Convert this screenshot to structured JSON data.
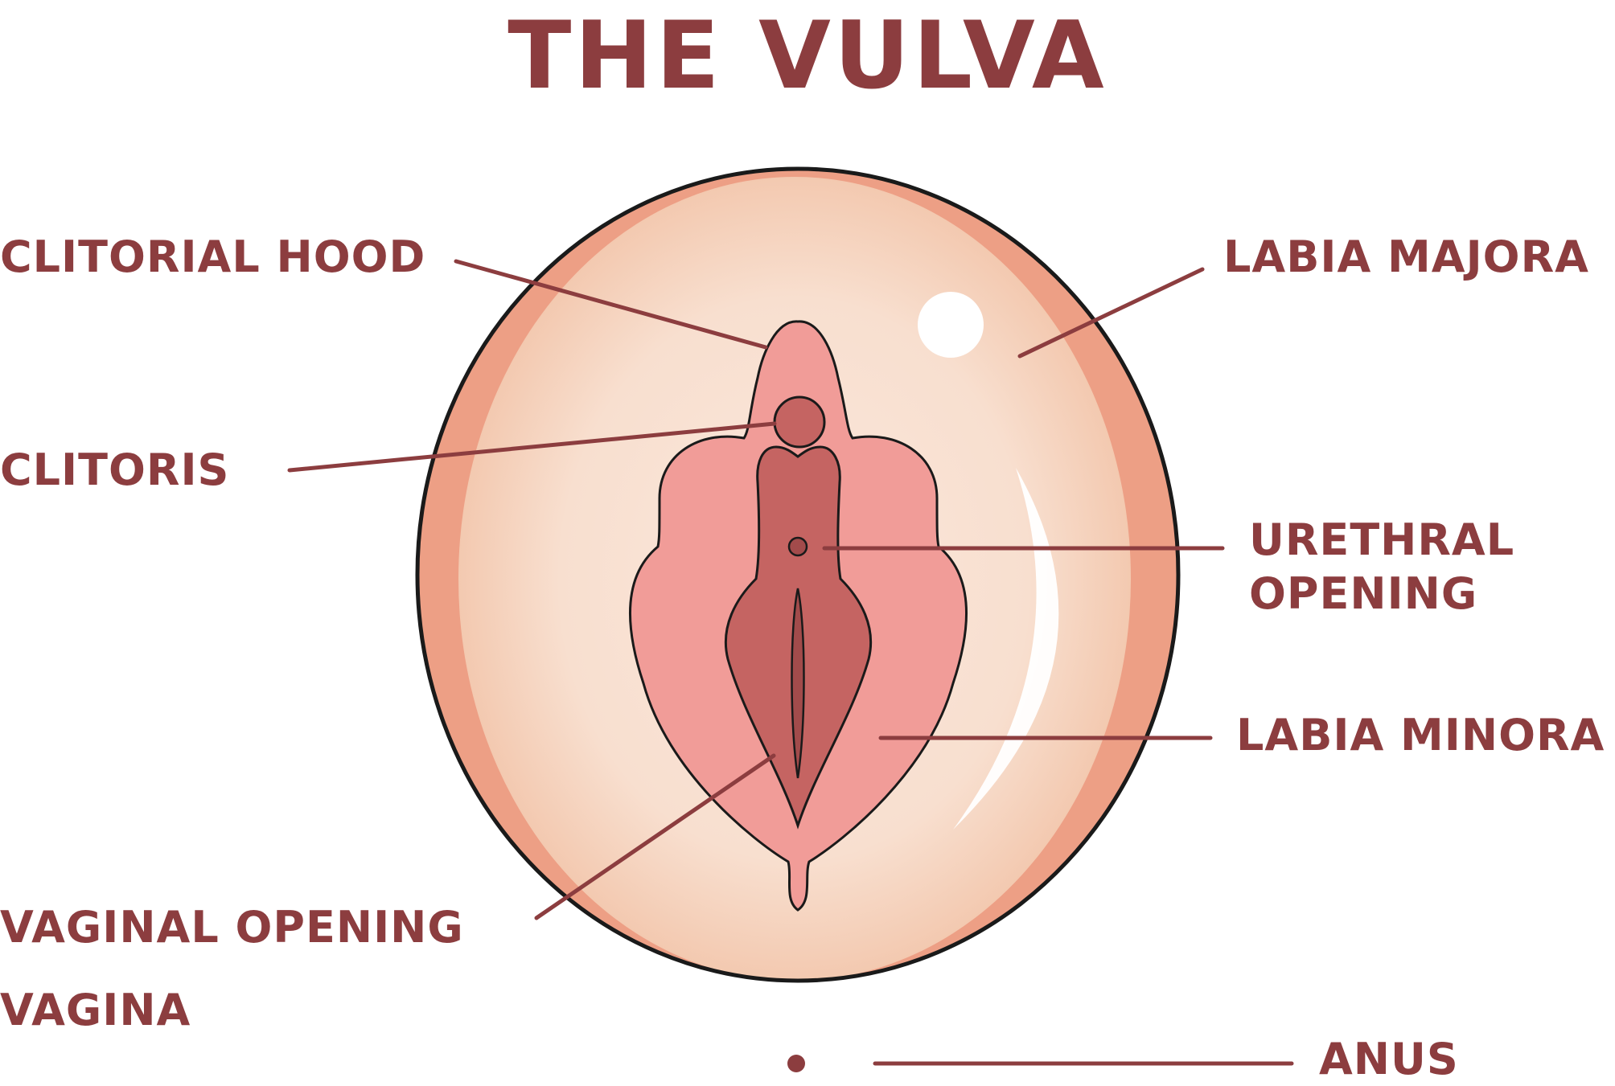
{
  "title": "THE VULVA",
  "labels": {
    "clitorial_hood": "CLITORIAL HOOD",
    "clitoris": "CLITORIS",
    "vaginal_opening": "VAGINAL OPENING",
    "vagina": "VAGINA",
    "labia_majora": "LABIA MAJORA",
    "urethral_opening_line1": "URETHRAL",
    "urethral_opening_line2": "OPENING",
    "labia_minora": "LABIA MINORA",
    "anus": "ANUS"
  },
  "colors": {
    "text": "#8c3d3f",
    "leader": "#8c3d3f",
    "outline": "#1a1a1a",
    "majora_rim": "#ed9f85",
    "majora_fill": "#f9e0d0",
    "minora_fill": "#f19c98",
    "inner_fill": "#c56462",
    "dark_fill": "#a24b4b",
    "highlight": "#ffffff"
  }
}
